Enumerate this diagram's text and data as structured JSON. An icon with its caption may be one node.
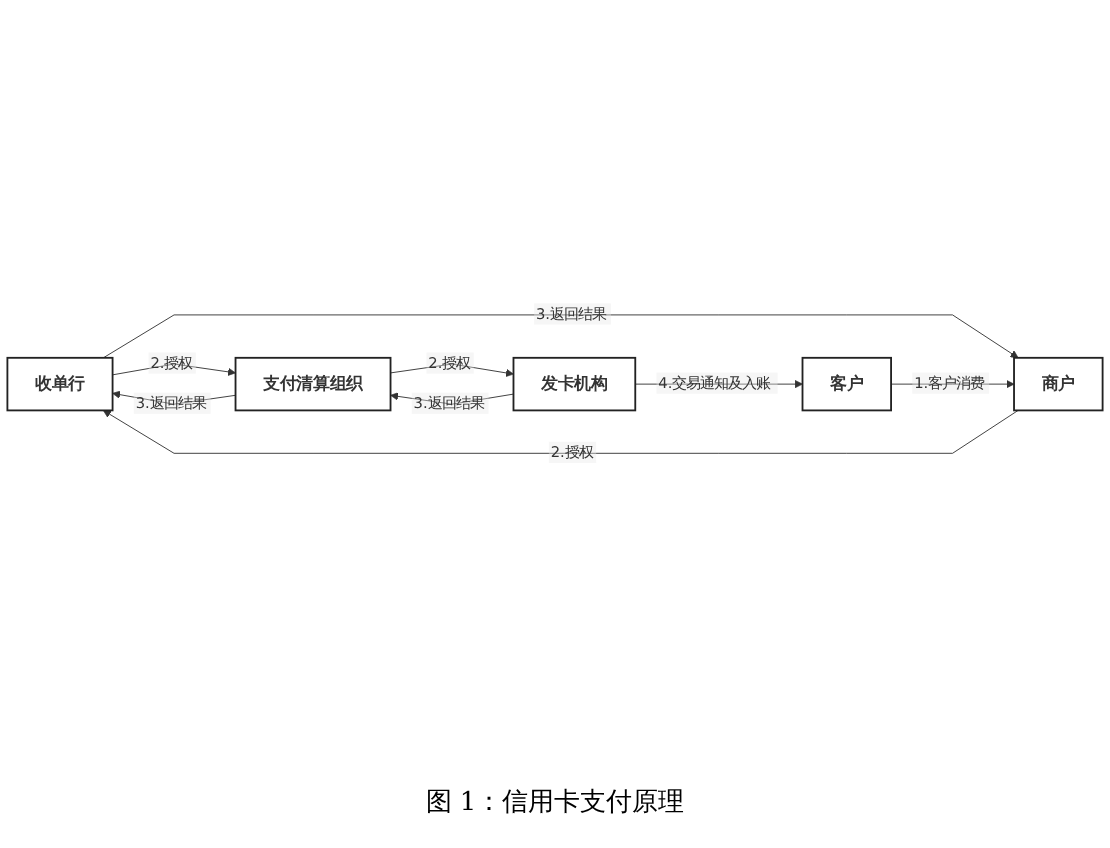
{
  "diagram": {
    "caption": "图 1：信用卡支付原理",
    "nodes": [
      {
        "text": [
          "收单行"
        ]
      },
      {
        "text": [
          "支付清算组织"
        ]
      },
      {
        "text": [
          "发卡机构"
        ]
      },
      {
        "text": [
          "商户"
        ]
      },
      {
        "text": [
          "客户"
        ]
      }
    ],
    "edges": [
      {
        "from": 0,
        "to": 1,
        "arrow": "to",
        "label": "2.授权"
      },
      {
        "from": 1,
        "to": 2,
        "arrow": "to",
        "label": "2.授权"
      },
      {
        "from": 2,
        "to": 1,
        "arrow": "to",
        "label": "3.返回结果"
      },
      {
        "from": 1,
        "to": 0,
        "arrow": "to",
        "label": "3.返回结果"
      },
      {
        "from": 3,
        "to": 0,
        "arrow": "to",
        "label": "2.授权"
      },
      {
        "from": 0,
        "to": 3,
        "arrow": "to",
        "label": "3.返回结果"
      },
      {
        "from": 2,
        "to": 4,
        "arrow": "to",
        "label": "4.交易通知及入账"
      },
      {
        "from": 4,
        "to": 3,
        "arrow": "to",
        "label": "1.客户消费"
      }
    ]
  }
}
